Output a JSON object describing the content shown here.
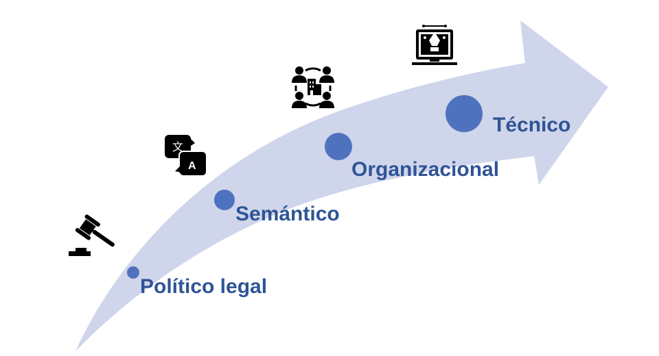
{
  "colors": {
    "arrow": "#cfd5ea",
    "dot": "#4f72be",
    "label": "#2f5496",
    "icon": "#000000"
  },
  "stages": [
    {
      "label": "Político legal",
      "icon": "gavel-icon"
    },
    {
      "label": "Semántico",
      "icon": "translate-icon"
    },
    {
      "label": "Organizacional",
      "icon": "organization-people-icon"
    },
    {
      "label": "Técnico",
      "icon": "laptop-design-icon"
    }
  ]
}
